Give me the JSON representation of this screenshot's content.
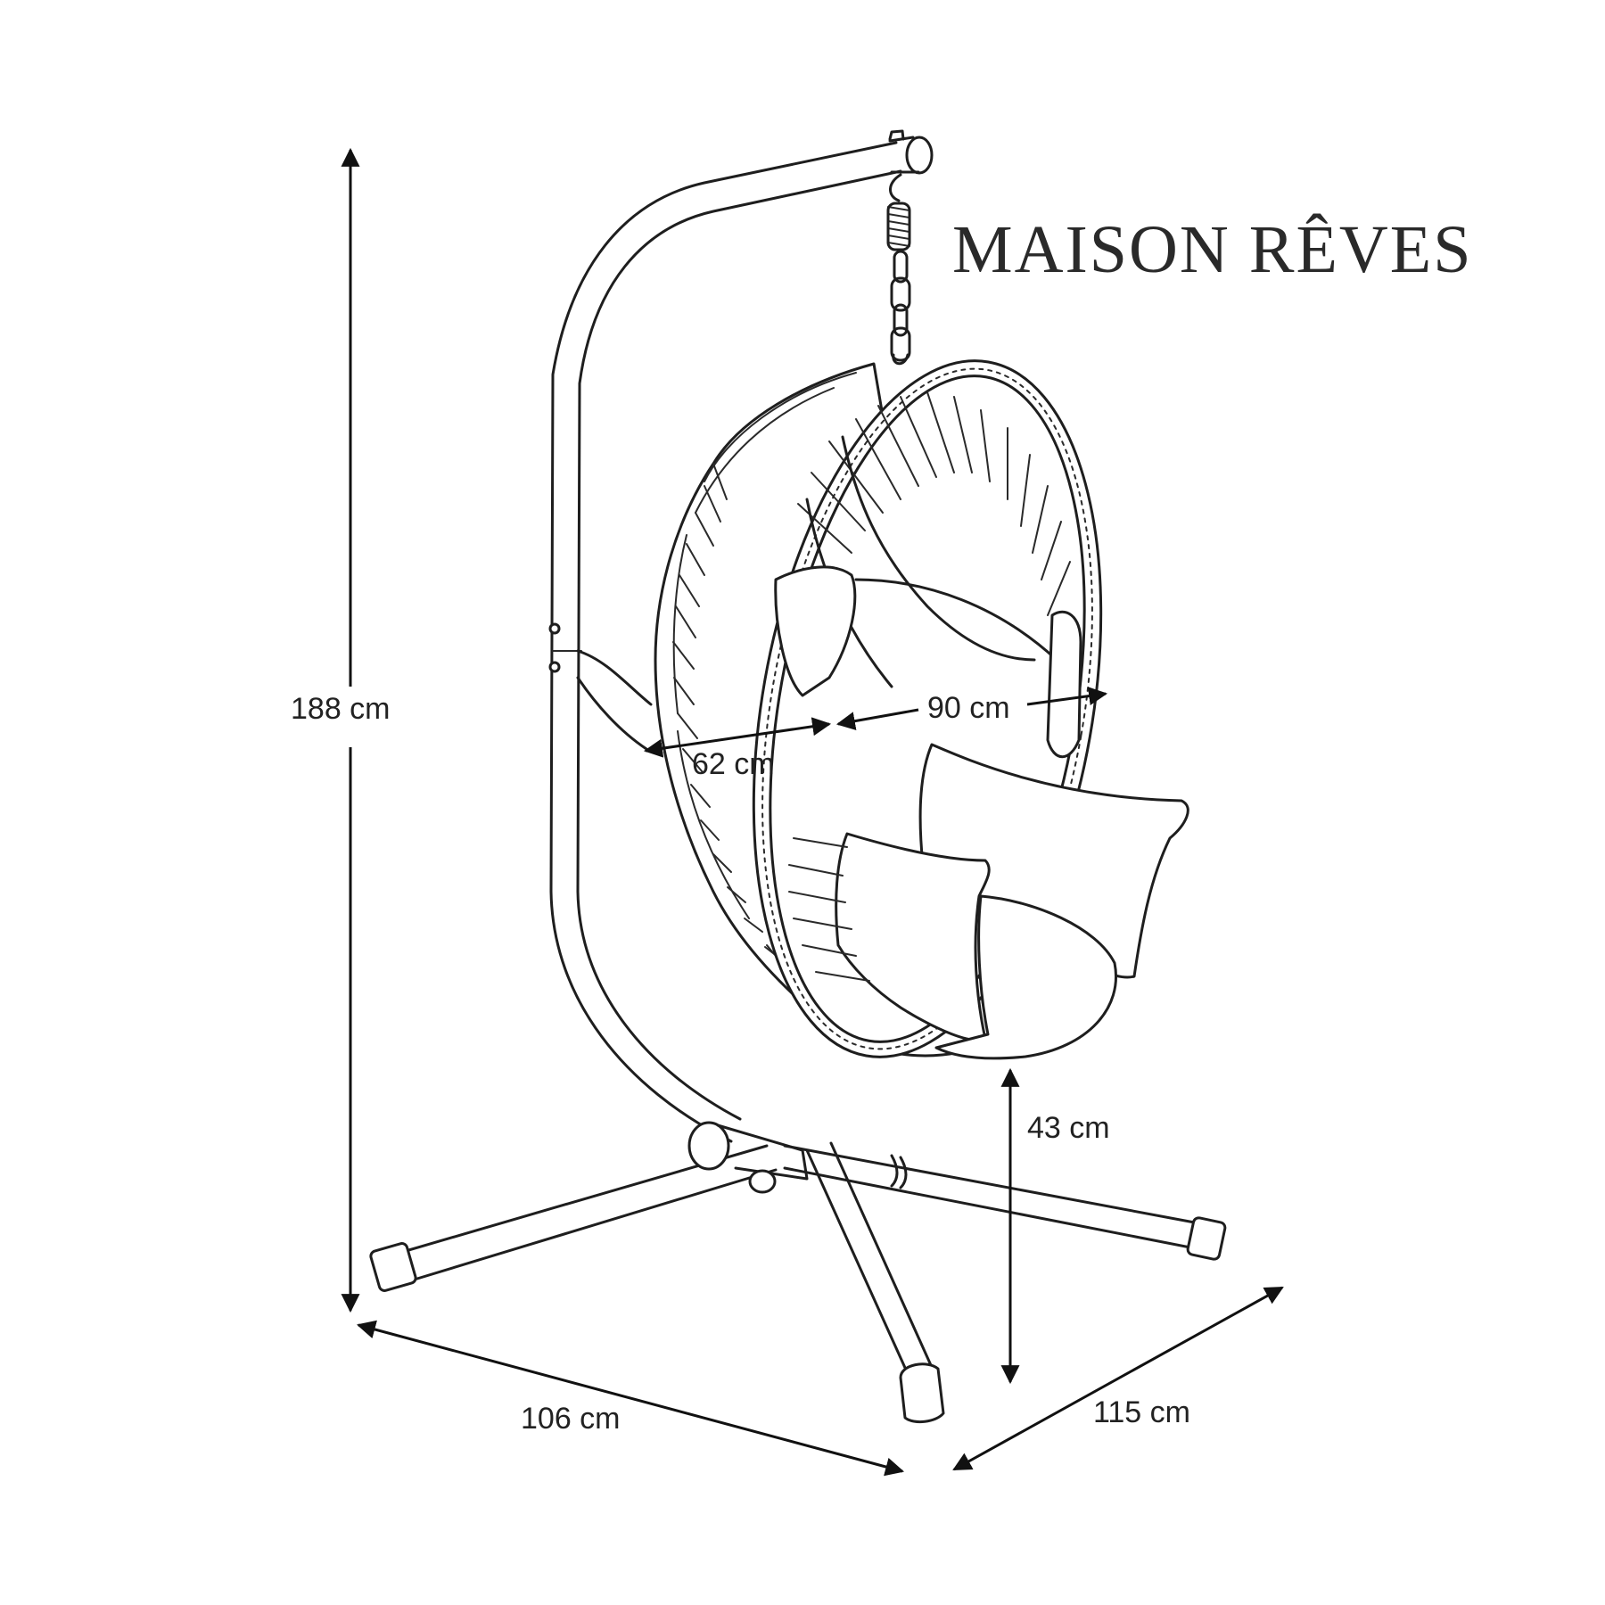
{
  "brand": {
    "name": "MAISON RÊVES"
  },
  "dimensions": {
    "total_height": "188 cm",
    "seat_height": "43 cm",
    "egg_width": "90 cm",
    "egg_depth": "62 cm",
    "base_width": "106 cm",
    "base_depth": "115 cm"
  },
  "colors": {
    "line": "#1e1e1e",
    "background": "#ffffff"
  }
}
